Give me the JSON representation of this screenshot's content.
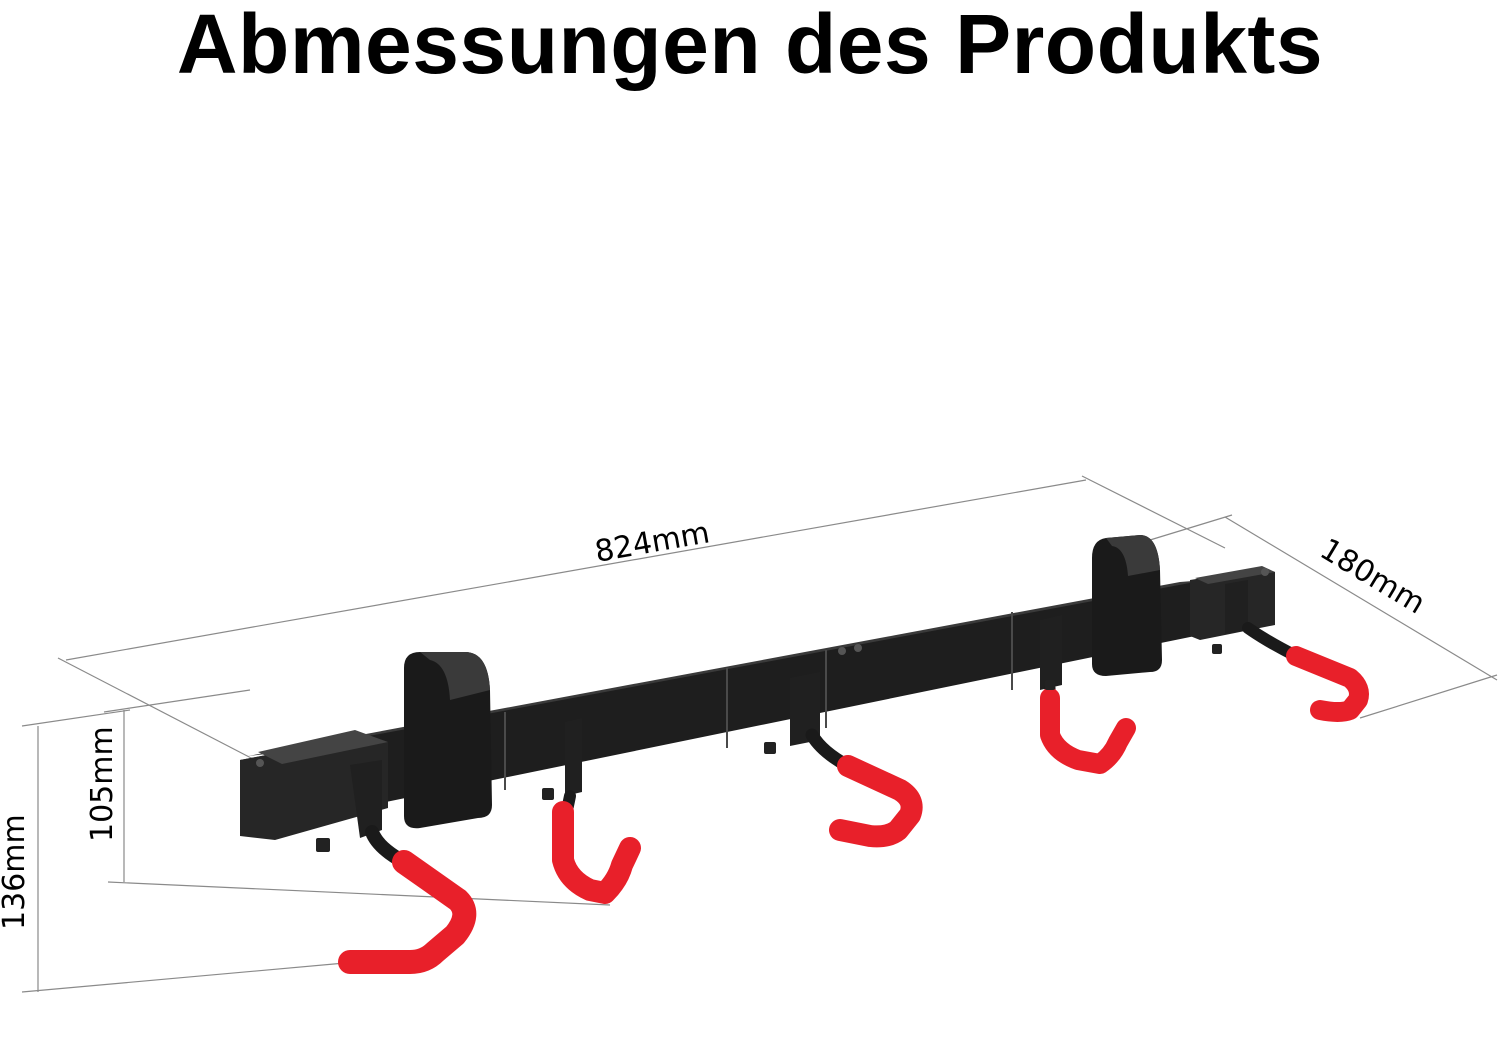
{
  "title": "Abmessungen des Produkts",
  "dimensions": {
    "length": "824mm",
    "depth": "180mm",
    "rail_height": "105mm",
    "total_height": "136mm"
  },
  "colors": {
    "rail": "#1e1e1e",
    "hook_coating": "#e8202a",
    "dimension_line": "#7a7a7a",
    "background": "#ffffff"
  },
  "hooks": {
    "count": 5
  }
}
